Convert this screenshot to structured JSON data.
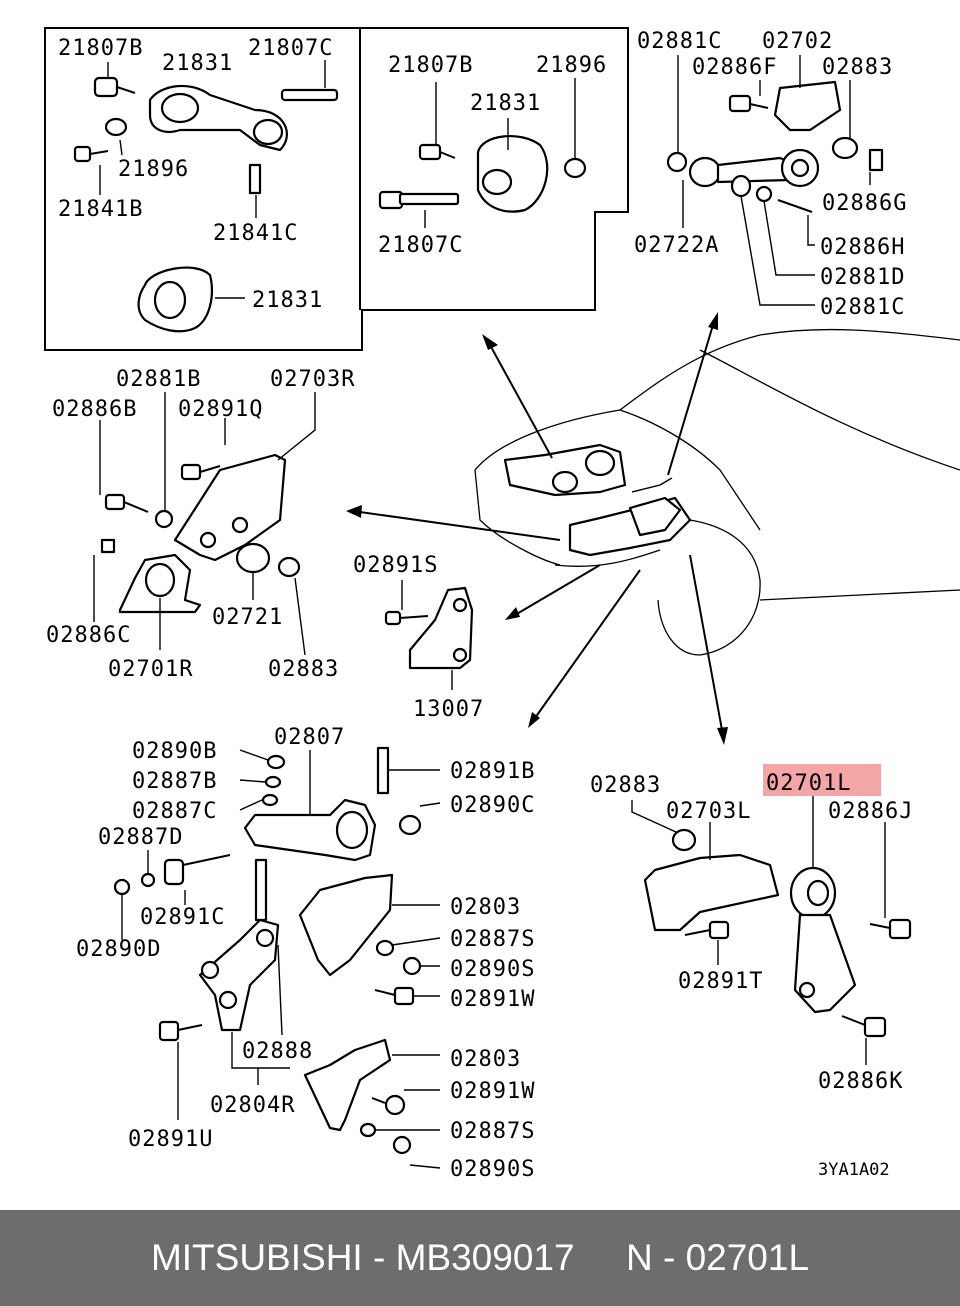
{
  "labels": {
    "p21807B_a": "21807B",
    "p21831_a": "21831",
    "p21807C_a": "21807C",
    "p21896_a": "21896",
    "p21841B": "21841B",
    "p21841C": "21841C",
    "p21831_c": "21831",
    "p21807B_b": "21807B",
    "p21896_b": "21896",
    "p21831_b": "21831",
    "p21807C_b": "21807C",
    "p02881C_a": "02881C",
    "p02702": "02702",
    "p02886F": "02886F",
    "p02883_a": "02883",
    "p02886G": "02886G",
    "p02722A": "02722A",
    "p02886H": "02886H",
    "p02881D": "02881D",
    "p02881C_b": "02881C",
    "p02881B": "02881B",
    "p02703R": "02703R",
    "p02886B": "02886B",
    "p02891Q": "02891Q",
    "p02886C": "02886C",
    "p02721": "02721",
    "p02701R": "02701R",
    "p02883_b": "02883",
    "p02891S": "02891S",
    "p13007": "13007",
    "p02890B": "02890B",
    "p02807": "02807",
    "p02891B": "02891B",
    "p02887B": "02887B",
    "p02887C": "02887C",
    "p02890C": "02890C",
    "p02887D": "02887D",
    "p02891C": "02891C",
    "p02803_a": "02803",
    "p02890D": "02890D",
    "p02887S_a": "02887S",
    "p02890S_a": "02890S",
    "p02891W_a": "02891W",
    "p02888": "02888",
    "p02803_b": "02803",
    "p02804R": "02804R",
    "p02891W_b": "02891W",
    "p02891U": "02891U",
    "p02887S_b": "02887S",
    "p02890S_b": "02890S",
    "p02883_c": "02883",
    "p02701L": "02701L",
    "p02703L": "02703L",
    "p02886J": "02886J",
    "p02891T": "02891T",
    "p02886K": "02886K"
  },
  "diagram_code": "3YA1A02",
  "highlight_color": "#f4a6a6",
  "footer": {
    "brand": "MITSUBISHI",
    "part_number": "MB309017",
    "ref": "N - 02701L"
  }
}
